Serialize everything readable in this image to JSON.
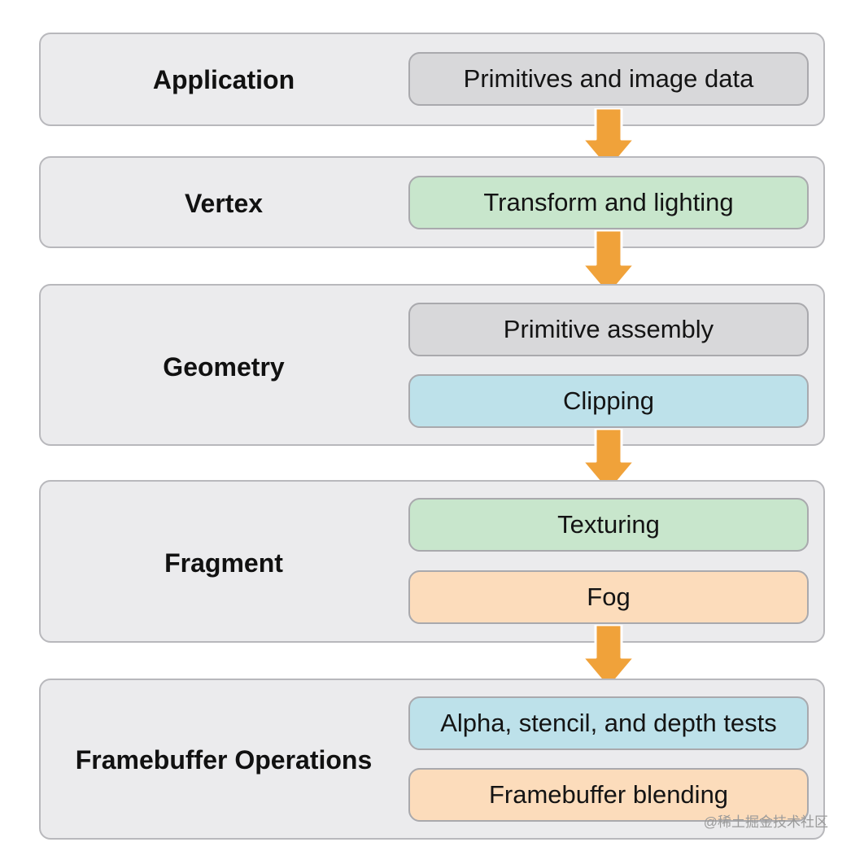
{
  "colors": {
    "stage_fill": "#ebebed",
    "stage_border": "#b8b8bc",
    "arrow": "#f0a23a",
    "gray": "#d8d8da",
    "green": "#c8e6cc",
    "blue": "#bde1ea",
    "orange": "#fcdcbb"
  },
  "stages": [
    {
      "label": "Application",
      "steps": [
        {
          "text": "Primitives and image data",
          "color": "gray"
        }
      ]
    },
    {
      "label": "Vertex",
      "steps": [
        {
          "text": "Transform and lighting",
          "color": "green"
        }
      ]
    },
    {
      "label": "Geometry",
      "steps": [
        {
          "text": "Primitive assembly",
          "color": "gray"
        },
        {
          "text": "Clipping",
          "color": "blue"
        }
      ]
    },
    {
      "label": "Fragment",
      "steps": [
        {
          "text": "Texturing",
          "color": "green"
        },
        {
          "text": "Fog",
          "color": "orange"
        }
      ]
    },
    {
      "label": "Framebuffer Operations",
      "steps": [
        {
          "text": "Alpha, stencil, and depth tests",
          "color": "blue"
        },
        {
          "text": "Framebuffer blending",
          "color": "orange"
        }
      ]
    }
  ],
  "watermark": "@稀土掘金技术社区"
}
